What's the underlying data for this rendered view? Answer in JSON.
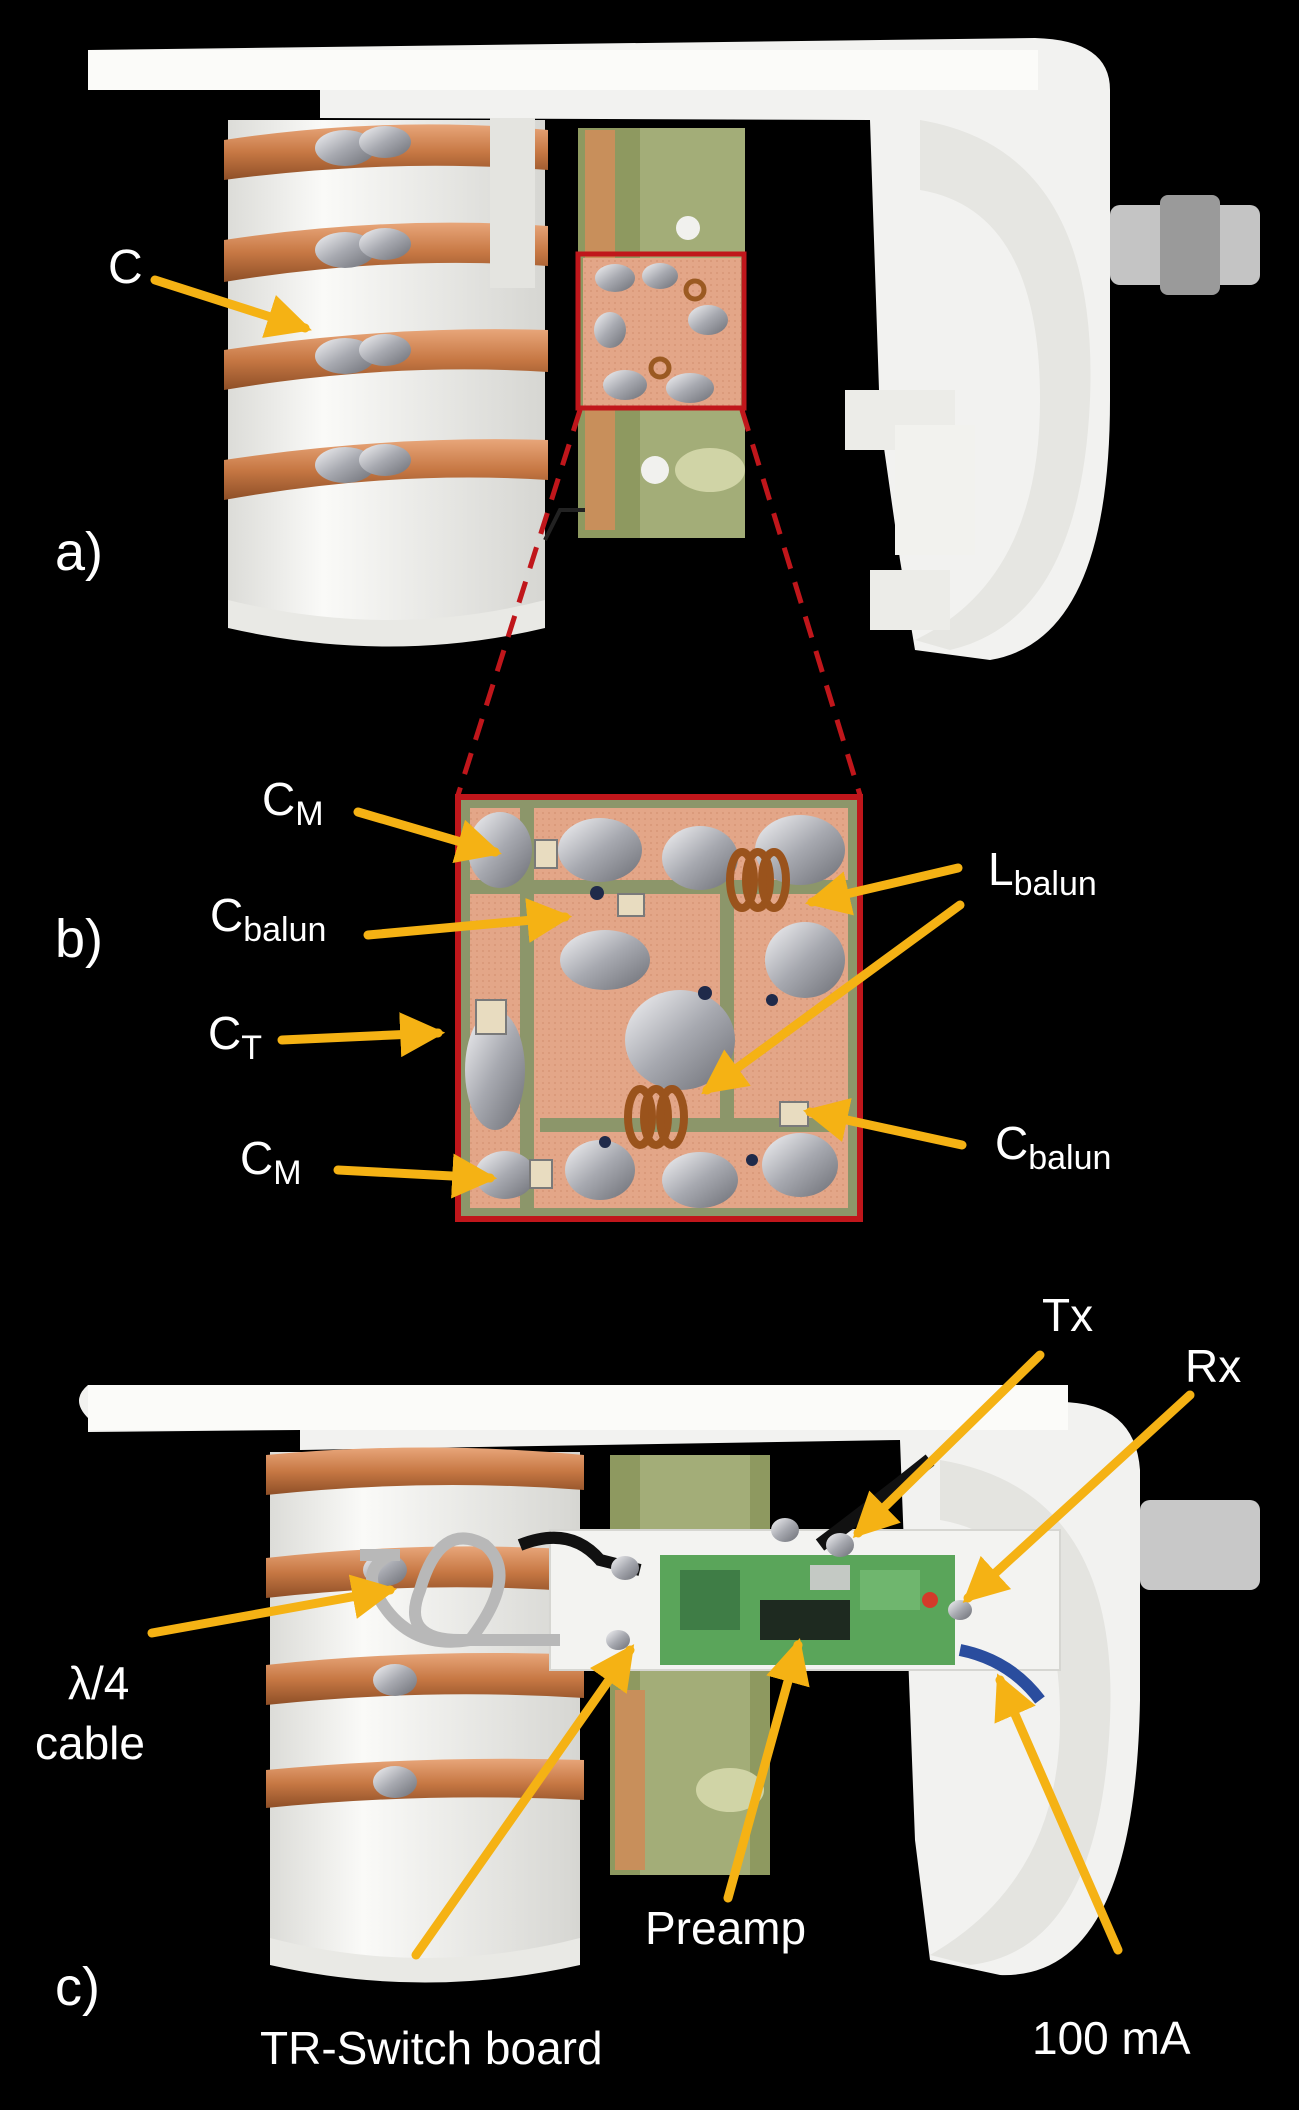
{
  "panels": {
    "a": "a)",
    "b": "b)",
    "c": "c)"
  },
  "labels": {
    "c_coil": "C",
    "cm_top": {
      "base": "C",
      "sub": "M"
    },
    "cbalun_left": {
      "base": "C",
      "sub": "balun"
    },
    "ct": {
      "base": "C",
      "sub": "T"
    },
    "cm_bottom": {
      "base": "C",
      "sub": "M"
    },
    "lbalun": {
      "base": "L",
      "sub": "balun"
    },
    "cbalun_right": {
      "base": "C",
      "sub": "balun"
    },
    "tx": "Tx",
    "rx": "Rx",
    "lambda_cable_1": "λ/4",
    "lambda_cable_2": "cable",
    "preamp": "Preamp",
    "trswitch": "TR-Switch board",
    "current": "100 mA"
  },
  "colors": {
    "arrow": "#F5B214",
    "frame": "#C0161B",
    "copper": "#C9804E",
    "housing": "#F4F4F2",
    "pcb": "#7E8A4E"
  }
}
